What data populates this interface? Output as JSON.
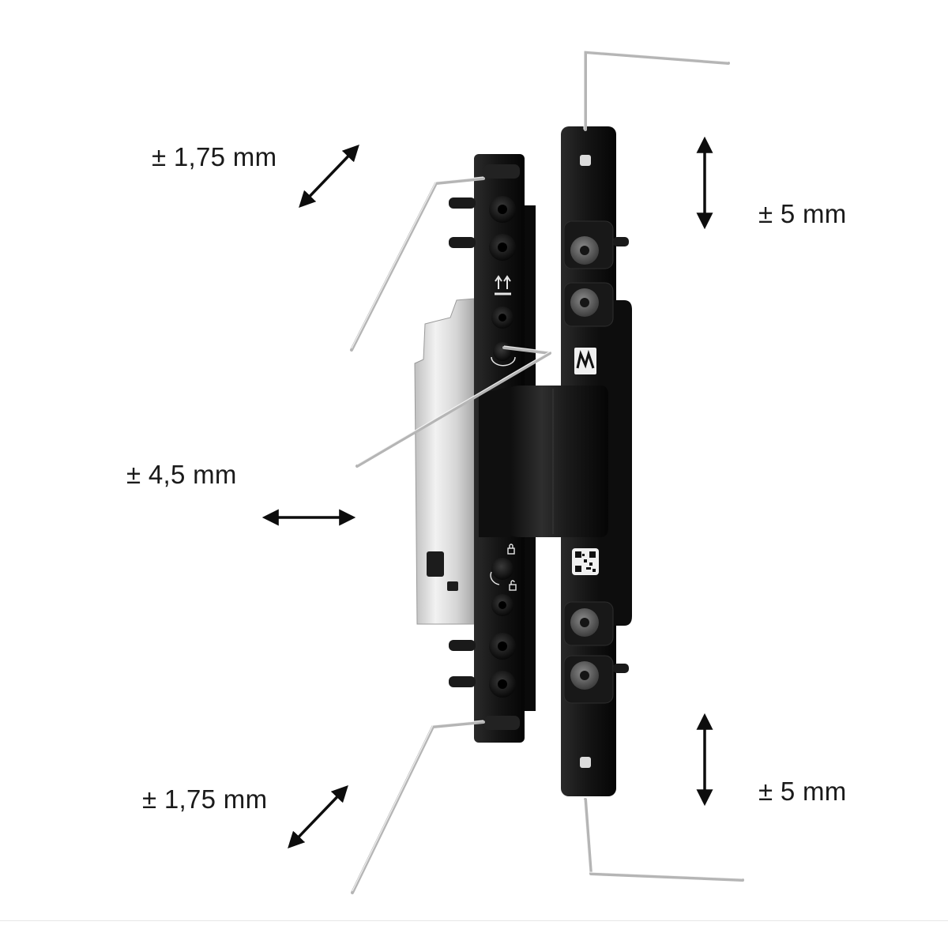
{
  "adjustments": {
    "top_left": "± 1,75 mm",
    "top_right": "± 5 mm",
    "middle_left": "± 4,5 mm",
    "bottom_left": "± 1,75 mm",
    "bottom_right": "± 5 mm"
  },
  "colors": {
    "hinge_body": "#111111",
    "plate_silver": "#d9d9d9",
    "arrow": "#0d0d0d",
    "hex_key": "#b5b5b5",
    "background": "#ffffff"
  },
  "icons": [
    "double-up-arrow-icon",
    "brand-logo-icon",
    "qr-code-icon",
    "lock-icon",
    "unlock-icon",
    "rotate-icon"
  ]
}
